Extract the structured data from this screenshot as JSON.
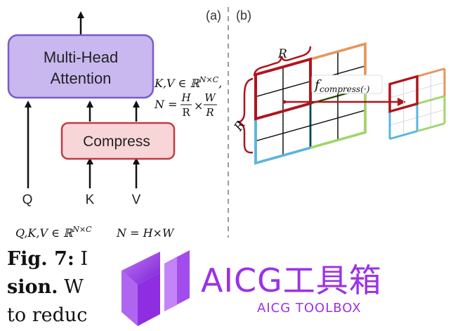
{
  "panel_a": {
    "label": "(a)",
    "attention_line1": "Multi-Head",
    "attention_line2": "Attention",
    "compress_label": "Compress",
    "inputs": [
      "Q",
      "K",
      "V"
    ],
    "kv_formula": "K,V ∈ ℝ",
    "kv_formula_sup": "N×C",
    "kv_formula_tail": ",",
    "n_formula_prefix": "N =",
    "n_frac1_num": "H",
    "n_frac1_den": "R",
    "n_times": "×",
    "n_frac2_num": "W",
    "n_frac2_den": "R",
    "qkv_formula": "Q,K,V ∈ ℝ",
    "qkv_formula_sup": "N×C",
    "qkv_n_formula": "N = H×W"
  },
  "panel_b": {
    "label": "(b)",
    "r_top": "R",
    "r_left": "R",
    "function_main": "f",
    "function_sub": "compress(·)"
  },
  "caption": {
    "line1_bold": "Fig. 7:",
    "line1_rest": " I",
    "line2_bold": "sion.",
    "line2_rest": " W",
    "line3": "to reduc"
  },
  "watermark": {
    "title": "AICG工具箱",
    "subtitle": "AICG TOOLBOX"
  },
  "colors": {
    "attention_fill": "#c9b8f0",
    "attention_stroke": "#7a5bc6",
    "compress_fill": "#f8d6d8",
    "compress_stroke": "#c23b44",
    "dashed_divider": "#9a9a9a",
    "grid_red": "#b0141c",
    "grid_orange": "#e8955a",
    "grid_green": "#9fd66b",
    "grid_blue": "#58b6e0",
    "watermark": "#9b32e6"
  }
}
